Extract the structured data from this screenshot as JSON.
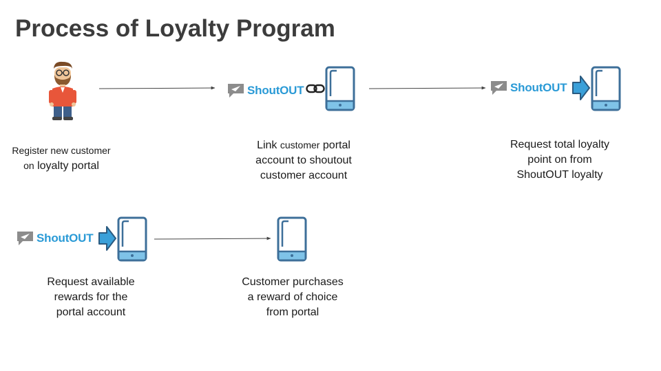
{
  "title": "Process of Loyalty Program",
  "brand": {
    "name": "ShoutOUT",
    "icon": "paper-plane-chat-icon",
    "color": "#2a9ad6",
    "bubble_color": "#8c8c8c"
  },
  "colors": {
    "phone_stroke": "#3d6f99",
    "phone_screen": "#7fc3e8",
    "arrow_fill": "#3aa0d9",
    "connector": "#444444"
  },
  "steps": [
    {
      "id": "register",
      "icon": "person-with-beard-icon",
      "caption": {
        "line1": "Register new customer",
        "line2_small": "on",
        "line2": " loyalty portal"
      }
    },
    {
      "id": "link",
      "icons": [
        "shoutout-logo",
        "link-icon",
        "smartphone-icon"
      ],
      "caption": {
        "part_a": "Link ",
        "part_small": "customer",
        "part_b": " portal",
        "line2": "account to shoutout",
        "line3": "customer account"
      }
    },
    {
      "id": "request-points",
      "icons": [
        "shoutout-logo",
        "right-arrow-icon",
        "smartphone-icon"
      ],
      "caption": {
        "line1": "Request total loyalty",
        "line2": "point on from",
        "line3": "ShoutOUT loyalty"
      }
    },
    {
      "id": "request-rewards",
      "icons": [
        "shoutout-logo",
        "right-arrow-icon",
        "smartphone-icon"
      ],
      "caption": {
        "line1": "Request available",
        "line2": "rewards for the",
        "line3": "portal account"
      }
    },
    {
      "id": "purchase",
      "icons": [
        "smartphone-icon"
      ],
      "caption": {
        "line1": "Customer purchases",
        "line2": "a reward of choice",
        "line3": "from portal"
      }
    }
  ]
}
